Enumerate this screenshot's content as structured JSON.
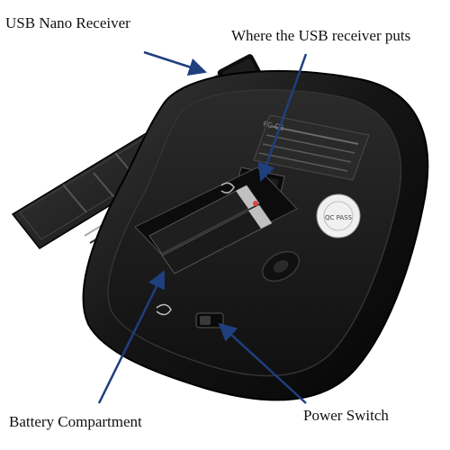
{
  "callouts": {
    "usb_nano_receiver": "USB Nano Receiver",
    "where_receiver_puts": "Where the USB receiver puts",
    "battery_compartment": "Battery Compartment",
    "power_switch": "Power Switch"
  },
  "product": {
    "seal_text": "QC PASS",
    "label_text": "FCC CE"
  },
  "colors": {
    "mouse_body": "#1a1a1a",
    "background": "#ffffff",
    "arrow": "#1f3f7f",
    "cover": "#222222"
  },
  "icons": {
    "usb_receiver": "usb-dongle-icon",
    "arrow": "arrow-icon",
    "battery": "aa-battery-icon"
  }
}
